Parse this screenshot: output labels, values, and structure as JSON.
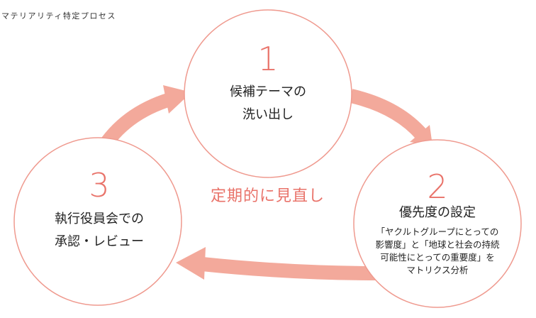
{
  "header": {
    "title": "マテリアリティ特定プロセス"
  },
  "colors": {
    "accent": "#e9736a",
    "arrow": "#f3a99b",
    "circle_stroke": "#ef9a8f"
  },
  "steps": [
    {
      "number": "1",
      "lines": [
        "候補テーマの",
        "洗い出し"
      ]
    },
    {
      "number": "2",
      "title": "優先度の設定",
      "sub": [
        "「ヤクルトグループにとっての",
        "影響度」と「地球と社会の持続",
        "可能性にとっての重要度」を",
        "マトリクス分析"
      ]
    },
    {
      "number": "3",
      "lines": [
        "執行役員会での",
        "承認・レビュー"
      ]
    }
  ],
  "cycle": {
    "label": "定期的に見直し"
  }
}
